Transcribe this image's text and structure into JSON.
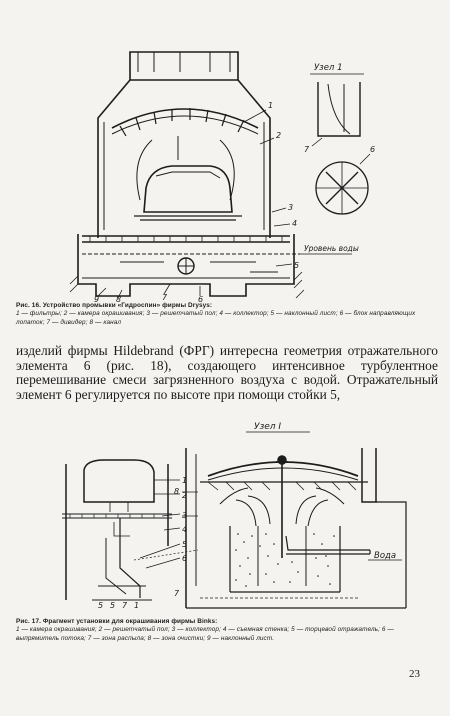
{
  "figure16": {
    "node_label": "Узел 1",
    "water_label": "Уровень воды",
    "callouts": [
      "1",
      "2",
      "3",
      "4",
      "5",
      "6",
      "7",
      "8",
      "9"
    ],
    "node_callouts": [
      "7",
      "6"
    ],
    "caption_title": "Рис. 16. Устройство промывки «Гидроспин» фирмы Drysys:",
    "caption_body": "1 — фильтры; 2 — камера окрашивания; 3 — решетчатый пол; 4 — коллектор; 5 — наклонный лист; 6 — блок направляющих лопаток; 7 — дивидер; 8 — канал"
  },
  "body_text": "изделий фирмы Hildebrand (ФРГ) интересна геометрия отражательного элемента 6 (рис. 18), создающего интенсивное турбулентное перемешивание смеси загрязненного воздуха с водой. Отражательный элемент 6 регулируется по высоте при помощи стойки 5,",
  "figure17": {
    "node_label": "Узел I",
    "water_label": "Вода",
    "side_callouts": [
      "1",
      "2",
      "3",
      "4",
      "5",
      "6"
    ],
    "bottom_callouts": [
      "5",
      "5",
      "7",
      "1"
    ],
    "node_callouts": [
      "8",
      "7"
    ],
    "caption_title": "Рис. 17. Фрагмент установки для окрашивания фирмы Binks:",
    "caption_body": "1 — камера окрашивания; 2 — решетчатый пол; 3 — коллектор; 4 — съемная стенка; 5 — торцевой отражатель; 6 — выпрямитель потока; 7 — зона распыла; 8 — зона очистки; 9 — наклонный лист."
  },
  "page_number": "23"
}
